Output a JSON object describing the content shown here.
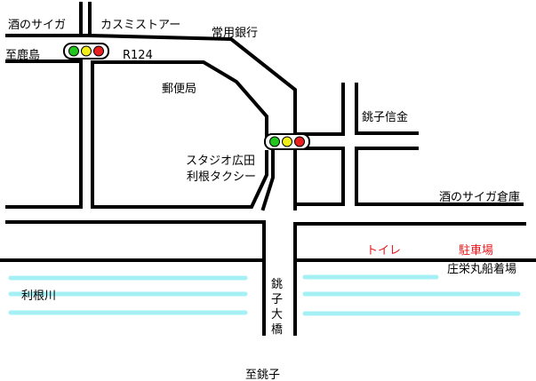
{
  "colors": {
    "road": "#000000",
    "river": "#a5f0f5",
    "poi_highlight": "#e8151b",
    "signal_green": "#22c41e",
    "signal_yellow": "#f2ee19",
    "signal_red": "#e8201e"
  },
  "labels": {
    "sake_no_saiga": "酒のサイガ",
    "kasumi_store": "カスミストアー",
    "joyo_bank": "常用銀行",
    "to_kashima": "至鹿島",
    "route": "R124",
    "post_office": "郵便局",
    "choshi_shinkin": "銚子信金",
    "studio_hirota": "スタジオ広田",
    "tone_taxi": "利根タクシー",
    "sake_no_saiga_warehouse": "酒のサイガ倉庫",
    "toilet": "トイレ",
    "parking": "駐車場",
    "shoei_maru_pier": "庄栄丸船着場",
    "tone_river": "利根川",
    "choshi_bridge_1": "銚",
    "choshi_bridge_2": "子",
    "choshi_bridge_3": "大",
    "choshi_bridge_4": "橋",
    "to_choshi": "至銚子"
  },
  "icons": {
    "traffic_signal": "traffic-light-icon"
  }
}
